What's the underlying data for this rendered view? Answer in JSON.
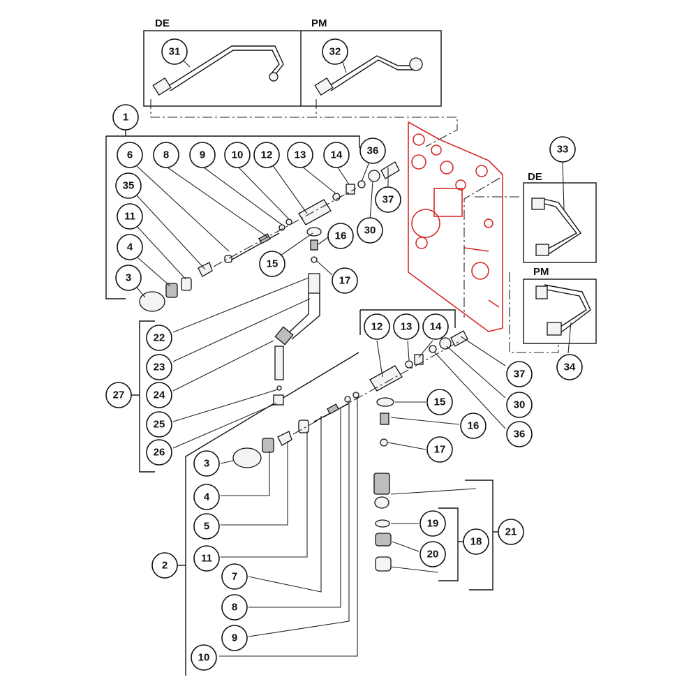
{
  "group_labels": {
    "top_left": "DE",
    "top_right": "PM",
    "side_top": "DE",
    "side_bottom": "PM"
  },
  "callouts": [
    {
      "id": "c31",
      "text": "31"
    },
    {
      "id": "c32",
      "text": "32"
    },
    {
      "id": "c1",
      "text": "1"
    },
    {
      "id": "c6",
      "text": "6"
    },
    {
      "id": "c8a",
      "text": "8"
    },
    {
      "id": "c9a",
      "text": "9"
    },
    {
      "id": "c10a",
      "text": "10"
    },
    {
      "id": "c12a",
      "text": "12"
    },
    {
      "id": "c13a",
      "text": "13"
    },
    {
      "id": "c14a",
      "text": "14"
    },
    {
      "id": "c36a",
      "text": "36"
    },
    {
      "id": "c35",
      "text": "35"
    },
    {
      "id": "c11a",
      "text": "11"
    },
    {
      "id": "c4a",
      "text": "4"
    },
    {
      "id": "c3a",
      "text": "3"
    },
    {
      "id": "c16a",
      "text": "16"
    },
    {
      "id": "c15a",
      "text": "15"
    },
    {
      "id": "c17a",
      "text": "17"
    },
    {
      "id": "c37a",
      "text": "37"
    },
    {
      "id": "c30a",
      "text": "30"
    },
    {
      "id": "c33",
      "text": "33"
    },
    {
      "id": "c22",
      "text": "22"
    },
    {
      "id": "c23",
      "text": "23"
    },
    {
      "id": "c24",
      "text": "24"
    },
    {
      "id": "c27",
      "text": "27"
    },
    {
      "id": "c25",
      "text": "25"
    },
    {
      "id": "c26",
      "text": "26"
    },
    {
      "id": "c12b",
      "text": "12"
    },
    {
      "id": "c13b",
      "text": "13"
    },
    {
      "id": "c14b",
      "text": "14"
    },
    {
      "id": "c37b",
      "text": "37"
    },
    {
      "id": "c34",
      "text": "34"
    },
    {
      "id": "c30b",
      "text": "30"
    },
    {
      "id": "c36b",
      "text": "36"
    },
    {
      "id": "c15b",
      "text": "15"
    },
    {
      "id": "c16b",
      "text": "16"
    },
    {
      "id": "c17b",
      "text": "17"
    },
    {
      "id": "c3b",
      "text": "3"
    },
    {
      "id": "c4b",
      "text": "4"
    },
    {
      "id": "c5",
      "text": "5"
    },
    {
      "id": "c11b",
      "text": "11"
    },
    {
      "id": "c2",
      "text": "2"
    },
    {
      "id": "c7",
      "text": "7"
    },
    {
      "id": "c8b",
      "text": "8"
    },
    {
      "id": "c9b",
      "text": "9"
    },
    {
      "id": "c10b",
      "text": "10"
    },
    {
      "id": "c21",
      "text": "21"
    },
    {
      "id": "c19",
      "text": "19"
    },
    {
      "id": "c18",
      "text": "18"
    },
    {
      "id": "c20",
      "text": "20"
    }
  ],
  "colors": {
    "line": "#111111",
    "highlight_panel": "#d42a2a",
    "background": "#ffffff"
  }
}
